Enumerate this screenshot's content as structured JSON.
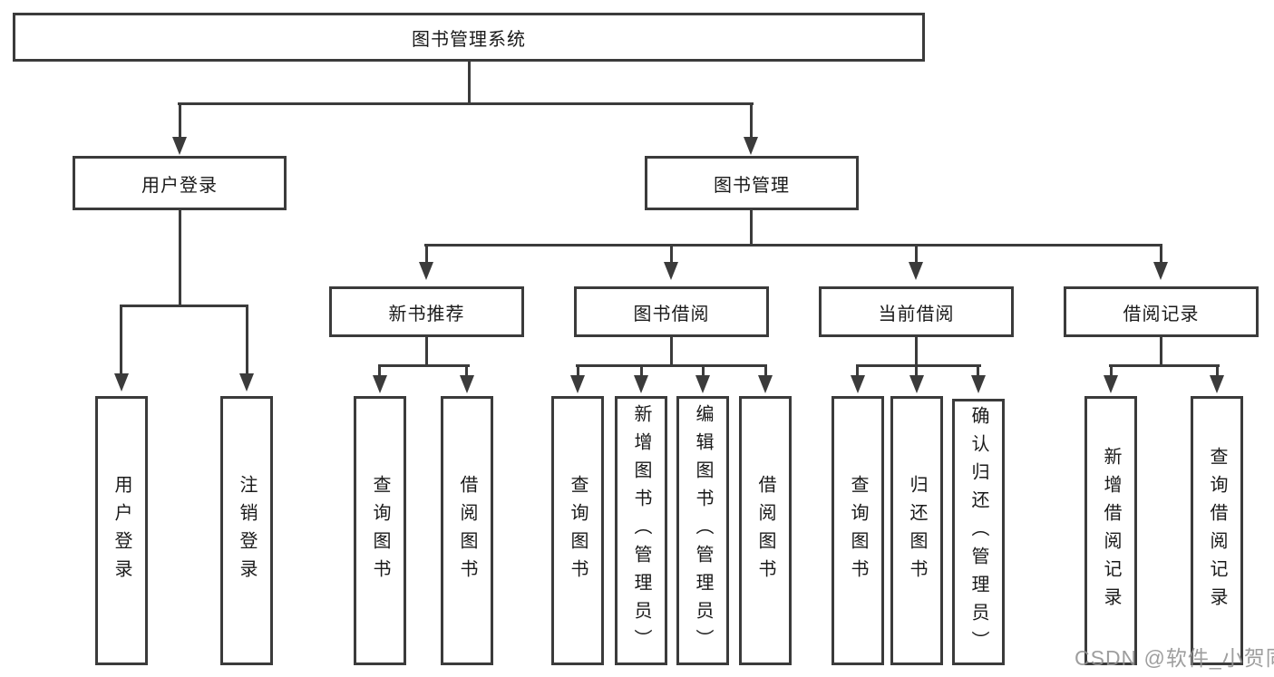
{
  "tree": {
    "root": {
      "label": "图书管理系统"
    },
    "branches": [
      {
        "label": "用户登录",
        "children": [
          {
            "label": "用户登录"
          },
          {
            "label": "注销登录"
          }
        ]
      },
      {
        "label": "图书管理",
        "sections": [
          {
            "label": "新书推荐",
            "children": [
              {
                "label": "查询图书"
              },
              {
                "label": "借阅图书"
              }
            ]
          },
          {
            "label": "图书借阅",
            "children": [
              {
                "label": "查询图书"
              },
              {
                "label": "新增图书（管理员）"
              },
              {
                "label": "编辑图书（管理员）"
              },
              {
                "label": "借阅图书"
              }
            ]
          },
          {
            "label": "当前借阅",
            "children": [
              {
                "label": "查询图书"
              },
              {
                "label": "归还图书"
              },
              {
                "label": "确认归还（管理员）"
              }
            ]
          },
          {
            "label": "借阅记录",
            "children": [
              {
                "label": "新增借阅记录"
              },
              {
                "label": "查询借阅记录"
              }
            ]
          }
        ]
      }
    ]
  },
  "watermark": {
    "text": "CSDN @软件_小贺同学"
  },
  "colors": {
    "line": "#3b3b3b",
    "text": "#1a1a1a",
    "background": "#ffffff",
    "watermark": "#949494"
  }
}
